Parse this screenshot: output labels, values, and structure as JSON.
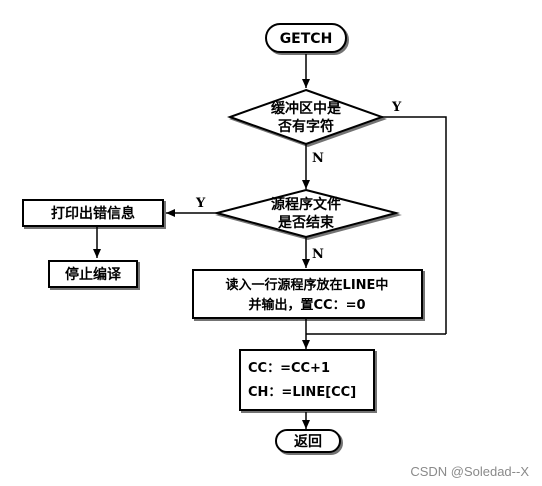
{
  "flowchart": {
    "start_label": "GETCH",
    "decision_buffer": [
      "缓冲区中是",
      "否有字符"
    ],
    "decision_source_end": [
      "源程序文件",
      "是否结束"
    ],
    "print_error": "打印出错信息",
    "stop_compile": "停止编译",
    "read_line": [
      "读入一行源程序放在LINE中",
      "并输出，置CC：=0"
    ],
    "assign": [
      "CC：=CC+1",
      "CH：=LINE[CC]"
    ],
    "end_label": "返回",
    "branch_yes_1": "Y",
    "branch_no_1": "N",
    "branch_yes_2": "Y",
    "branch_no_2": "N"
  },
  "watermark": "CSDN @Soledad--X"
}
